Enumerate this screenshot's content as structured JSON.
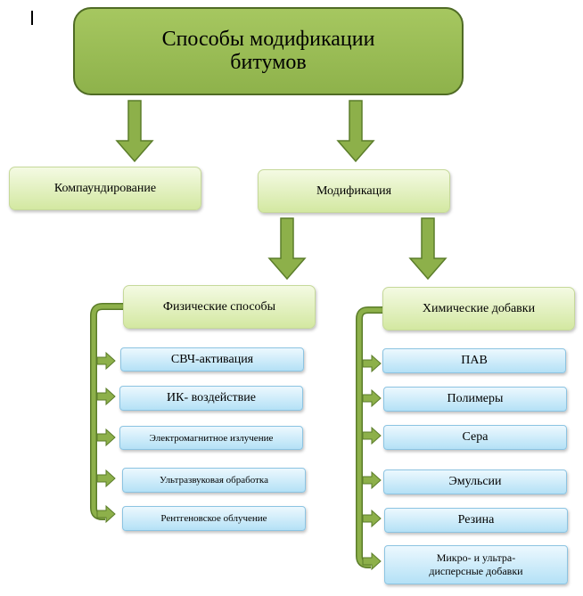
{
  "root": {
    "title": "Способы модификации\nбитумов"
  },
  "level2": {
    "compounding": "Компаундирование",
    "modification": "Модификация"
  },
  "physical": {
    "title": "Физические способы",
    "items": [
      "СВЧ-активация",
      "ИК- воздействие",
      "Электромагнитное излучение",
      "Ультразвуковая обработка",
      "Рентгеновское облучение"
    ]
  },
  "chemical": {
    "title": "Химические добавки",
    "items": [
      "ПАВ",
      "Полимеры",
      "Сера",
      "Эмульсии",
      "Резина",
      "Микро- и ультра-\nдисперсные добавки"
    ]
  },
  "colors": {
    "arrow_fill": "#8db04a",
    "arrow_stroke": "#5b7d2a",
    "root_fill": "#9bbb59",
    "green_box": "#e4f2c2",
    "blue_box": "#cfeefc"
  }
}
